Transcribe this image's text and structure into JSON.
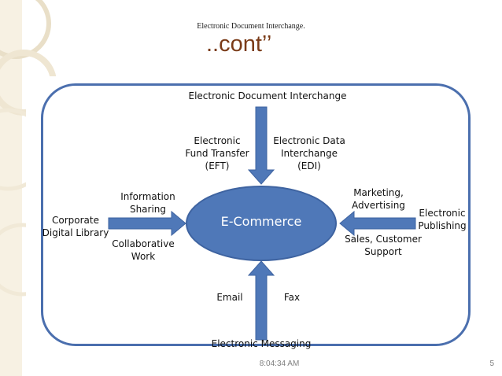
{
  "slide": {
    "header": "Electronic Document Interchange.",
    "title": "..cont’’",
    "footer_time": "8:04:34 AM",
    "page_number": "5"
  },
  "diagram": {
    "center": "E-Commerce",
    "top_source": "Electronic Document Interchange",
    "top_left_label": [
      "Electronic",
      "Fund Transfer",
      "(EFT)"
    ],
    "top_right_label": [
      "Electronic Data",
      "Interchange",
      "(EDI)"
    ],
    "left_source": [
      "Corporate",
      "Digital Library"
    ],
    "left_top_label": [
      "Information",
      "Sharing"
    ],
    "left_bottom_label": [
      "Collaborative",
      "Work"
    ],
    "right_source": [
      "Electronic",
      "Publishing"
    ],
    "right_top_label": [
      "Marketing,",
      "Advertising"
    ],
    "right_bottom_label": [
      "Sales, Customer",
      "Support"
    ],
    "bottom_source": "Electronic Messaging",
    "bottom_left_label": "Email",
    "bottom_right_label": "Fax"
  },
  "colors": {
    "frame": "#4b6fae",
    "ellipse": "#4f78b8",
    "arrow": "#4f78b8",
    "title": "#7a3b18"
  }
}
